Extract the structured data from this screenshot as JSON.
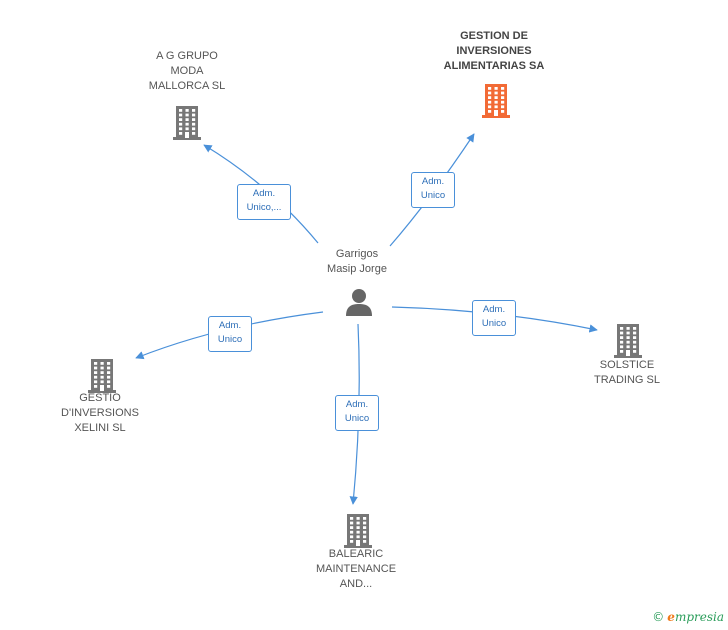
{
  "colors": {
    "edge": "#4a90d9",
    "building": "#777777",
    "building_highlight": "#f26a35",
    "person": "#666666"
  },
  "center": {
    "name": [
      "Garrigos",
      "Masip Jorge"
    ],
    "icon": "person-icon"
  },
  "nodes": [
    {
      "id": "agrupo",
      "name": [
        "A G GRUPO",
        "MODA",
        "MALLORCA SL"
      ],
      "icon": "building-icon",
      "highlight": false,
      "edge_label": [
        "Adm.",
        "Unico,..."
      ]
    },
    {
      "id": "gestion",
      "name": [
        "GESTION DE",
        "INVERSIONES",
        "ALIMENTARIAS SA"
      ],
      "icon": "building-icon",
      "highlight": true,
      "edge_label": [
        "Adm.",
        "Unico"
      ]
    },
    {
      "id": "solstice",
      "name": [
        "SOLSTICE",
        "TRADING SL"
      ],
      "icon": "building-icon",
      "highlight": false,
      "edge_label": [
        "Adm.",
        "Unico"
      ]
    },
    {
      "id": "balearic",
      "name": [
        "BALEARIC",
        "MAINTENANCE",
        "AND..."
      ],
      "icon": "building-icon",
      "highlight": false,
      "edge_label": [
        "Adm.",
        "Unico"
      ]
    },
    {
      "id": "gestio",
      "name": [
        "GESTIO",
        "D'INVERSIONS",
        "XELINI SL"
      ],
      "icon": "building-icon",
      "highlight": false,
      "edge_label": [
        "Adm.",
        "Unico"
      ]
    }
  ],
  "footer": {
    "copyright": "©",
    "brand_initial": "e",
    "brand_rest": "mpresia"
  }
}
